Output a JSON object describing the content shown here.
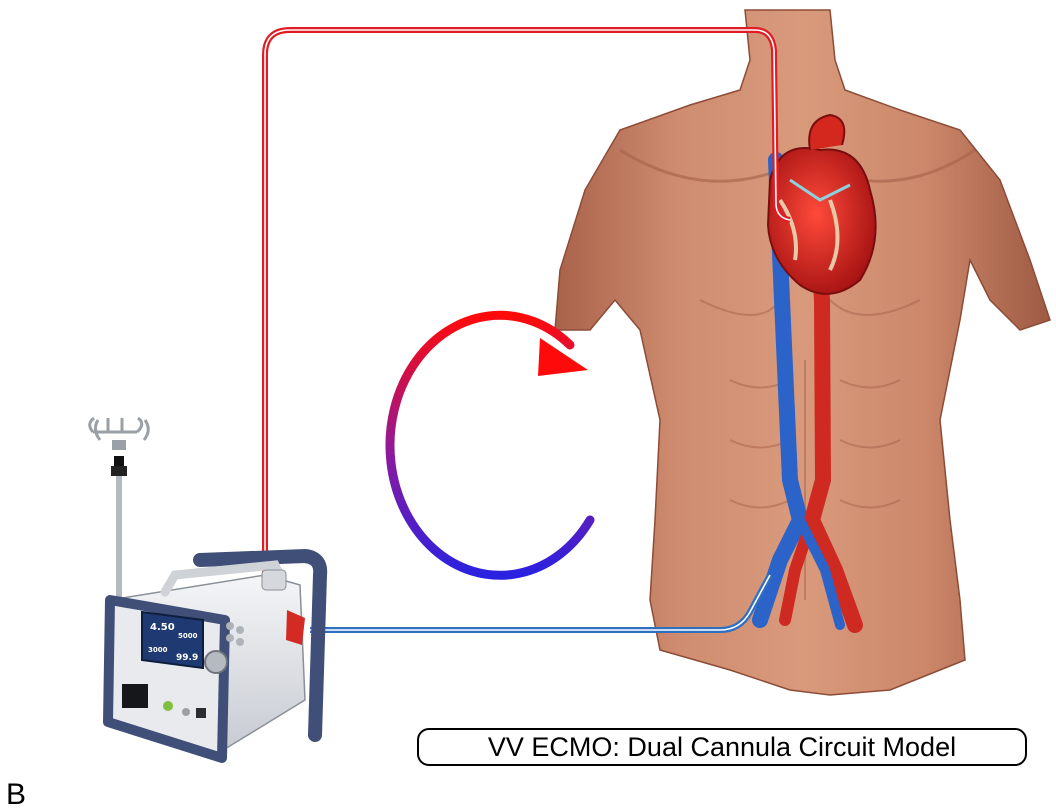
{
  "figure": {
    "caption": "VV ECMO: Dual Cannula Circuit Model",
    "panel_label": "B"
  },
  "device_screen": {
    "readout_top": "4.50",
    "readout_right": "5000",
    "readout_bottom_left": "3000",
    "readout_bottom_right": "99.9"
  },
  "colors": {
    "oxygenated": "#e8141c",
    "deoxygenated": "#1a3fd6",
    "return_tube": "#e01d24",
    "drainage_tube": "#2f6fc0",
    "skin": "#c98468"
  },
  "icons": [
    "iv-pole",
    "ecmo-console",
    "torso",
    "heart",
    "circulation-arrow"
  ]
}
